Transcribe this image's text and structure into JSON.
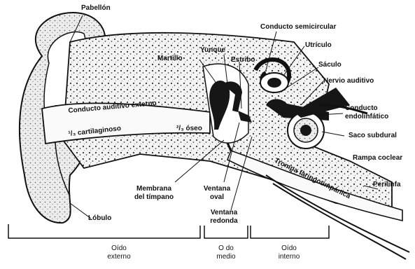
{
  "colors": {
    "ink": "#111111",
    "fill_light": "#eaeaea",
    "fill_dark": "#161616",
    "background": "#ffffff"
  },
  "labels": {
    "pabellon": "Pabellón",
    "conducto_semicircular": "Conducto semicircular",
    "utriculo": "Utrículo",
    "martillo": "Martillo",
    "yunque": "Yunque",
    "estribo": "Estribo",
    "saculo": "Sáculo",
    "nervio_auditivo": "Nervio auditivo",
    "conducto_endolinfatico_1": "Conducto",
    "conducto_endolinfatico_2": "endolinfático",
    "conducto_auditivo_externo": "Conducto auditivo externo",
    "cartilaginoso": "¹/₃ cartilaginoso",
    "oseo": "²/₃ óseo",
    "saco_subdural": "Saco subdural",
    "rampa_coclear": "Rampa coclear",
    "trompa": "Trompa faringotimpánica",
    "perilinfa": "Perilinfa",
    "membrana_1": "Membrana",
    "membrana_2": "del tímpano",
    "ventana_oval_1": "Ventana",
    "ventana_oval_2": "oval",
    "ventana_redonda_1": "Ventana",
    "ventana_redonda_2": "redonda",
    "lobulo": "Lóbulo",
    "oido_externo_1": "Oído",
    "oido_externo_2": "externo",
    "oido_medio_1": "O do",
    "oido_medio_2": "medio",
    "oido_interno_1": "Oído",
    "oido_interno_2": "interno"
  }
}
